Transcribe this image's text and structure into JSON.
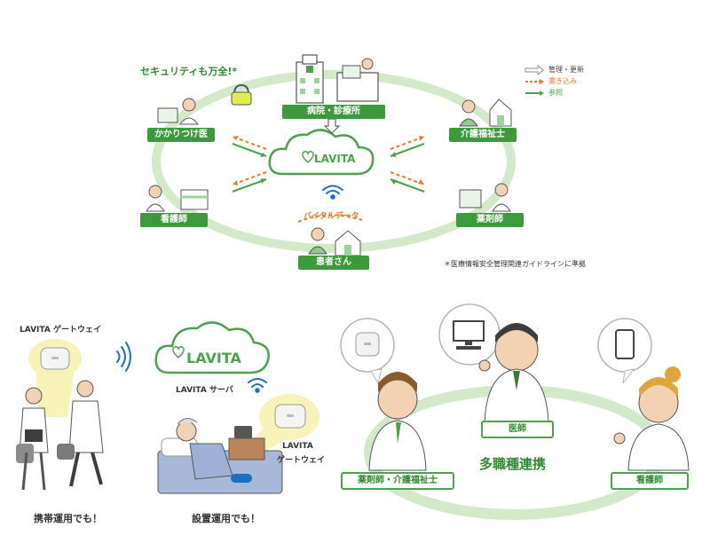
{
  "top": {
    "security_note": "セキュリティも万全!*",
    "cloud_logo": "LAVITA",
    "nodes": {
      "hospital": "病院・診療所",
      "family_doctor": "かかりつけ医",
      "care_worker": "介護福祉士",
      "nurse": "看護師",
      "pharmacist": "薬剤師",
      "patient": "患者さん"
    },
    "vital_data": "バイタルデータ",
    "legend": [
      {
        "label": "管理・更新",
        "color": "#888888",
        "style": "outline"
      },
      {
        "label": "書き込み",
        "color": "#f07a2a",
        "style": "dashed"
      },
      {
        "label": "参照",
        "color": "#4aa34a",
        "style": "solid"
      }
    ],
    "footnote": "＊医療情報安全管理関連ガイドラインに準拠"
  },
  "bottom_left": {
    "gateway_label_top": "LAVITA ゲートウェイ",
    "cloud_logo": "LAVITA",
    "server_label": "LAVITA サーバ",
    "gateway_label_right_1": "LAVITA",
    "gateway_label_right_2": "ゲートウェイ",
    "caption_mobile": "携帯運用でも！",
    "caption_installed": "設置運用でも！"
  },
  "bottom_right": {
    "doctor": "医師",
    "pharm_care": "薬剤師・介護福祉士",
    "nurse": "看護師",
    "center": "多職種連携"
  }
}
